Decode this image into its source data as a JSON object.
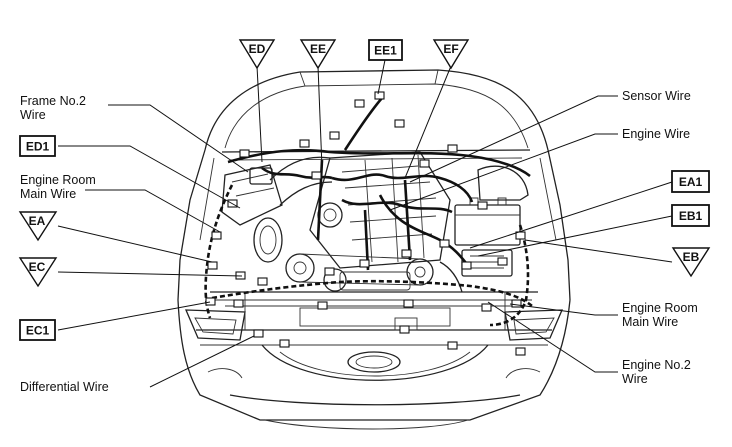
{
  "labels": {
    "frame_no2_wire": [
      "Frame No.2",
      "Wire"
    ],
    "engine_room_main_wire_left": [
      "Engine Room",
      "Main Wire"
    ],
    "differential_wire": "Differential Wire",
    "sensor_wire": "Sensor Wire",
    "engine_wire": "Engine Wire",
    "engine_room_main_wire_right": [
      "Engine Room",
      "Main Wire"
    ],
    "engine_no2_wire": [
      "Engine No.2",
      "Wire"
    ]
  },
  "connector_tags": {
    "ED": "ED",
    "EE": "EE",
    "EE1": "EE1",
    "EF": "EF",
    "ED1": "ED1",
    "EA": "EA",
    "EC": "EC",
    "EC1": "EC1",
    "EA1": "EA1",
    "EB1": "EB1",
    "EB": "EB"
  }
}
